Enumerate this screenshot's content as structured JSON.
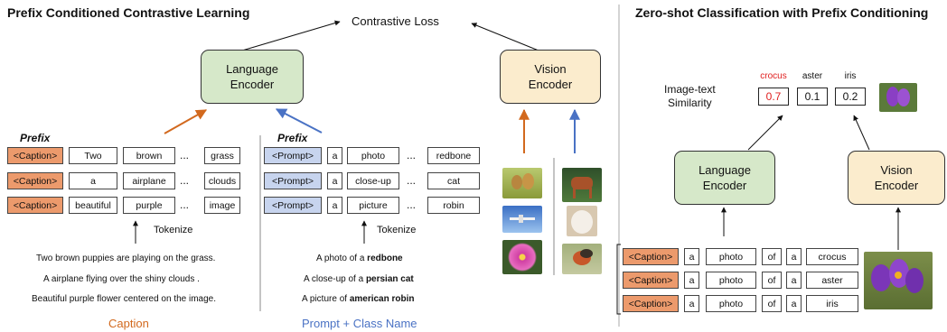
{
  "left_title": "Prefix Conditioned Contrastive Learning",
  "right_title": "Zero-shot Classification with Prefix Conditioning",
  "contrastive_loss": "Contrastive Loss",
  "encoders": {
    "language": "Language\nEncoder",
    "vision": "Vision\nEncoder"
  },
  "prefix_label": "Prefix",
  "tokenize": "Tokenize",
  "dots": "...",
  "caption_token": "<Caption>",
  "prompt_token": "<Prompt>",
  "caption_rows": [
    [
      "Two",
      "brown",
      "grass"
    ],
    [
      "a",
      "airplane",
      "clouds"
    ],
    [
      "beautiful",
      "purple",
      "image"
    ]
  ],
  "prompt_rows": [
    [
      "a",
      "photo",
      "redbone"
    ],
    [
      "a",
      "close-up",
      "cat"
    ],
    [
      "a",
      "picture",
      "robin"
    ]
  ],
  "caption_sentences": [
    "Two brown puppies are playing on the grass.",
    "A airplane flying over the shiny clouds .",
    "Beautiful purple flower centered on the image."
  ],
  "prompt_sentences": [
    {
      "pre": "A photo of a ",
      "bold": "redbone"
    },
    {
      "pre": "A close-up of a ",
      "bold": "persian cat"
    },
    {
      "pre": "A picture of ",
      "bold": "american robin"
    }
  ],
  "caption_footer": "Caption",
  "prompt_footer": "Prompt + Class Name",
  "similarity_label": "Image-text\nSimilarity",
  "classes": [
    "crocus",
    "aster",
    "iris"
  ],
  "scores": [
    "0.7",
    "0.1",
    "0.2"
  ],
  "zs_rows": [
    [
      "a",
      "photo",
      "of",
      "a",
      "crocus"
    ],
    [
      "a",
      "photo",
      "of",
      "a",
      "aster"
    ],
    [
      "a",
      "photo",
      "of",
      "a",
      "iris"
    ]
  ],
  "colors": {
    "caption_orange": "#d2691e",
    "prompt_blue": "#4a72c4",
    "highlight_red": "#e02020",
    "language_green": "#d6e8c9",
    "vision_yellow": "#fbeccd"
  }
}
